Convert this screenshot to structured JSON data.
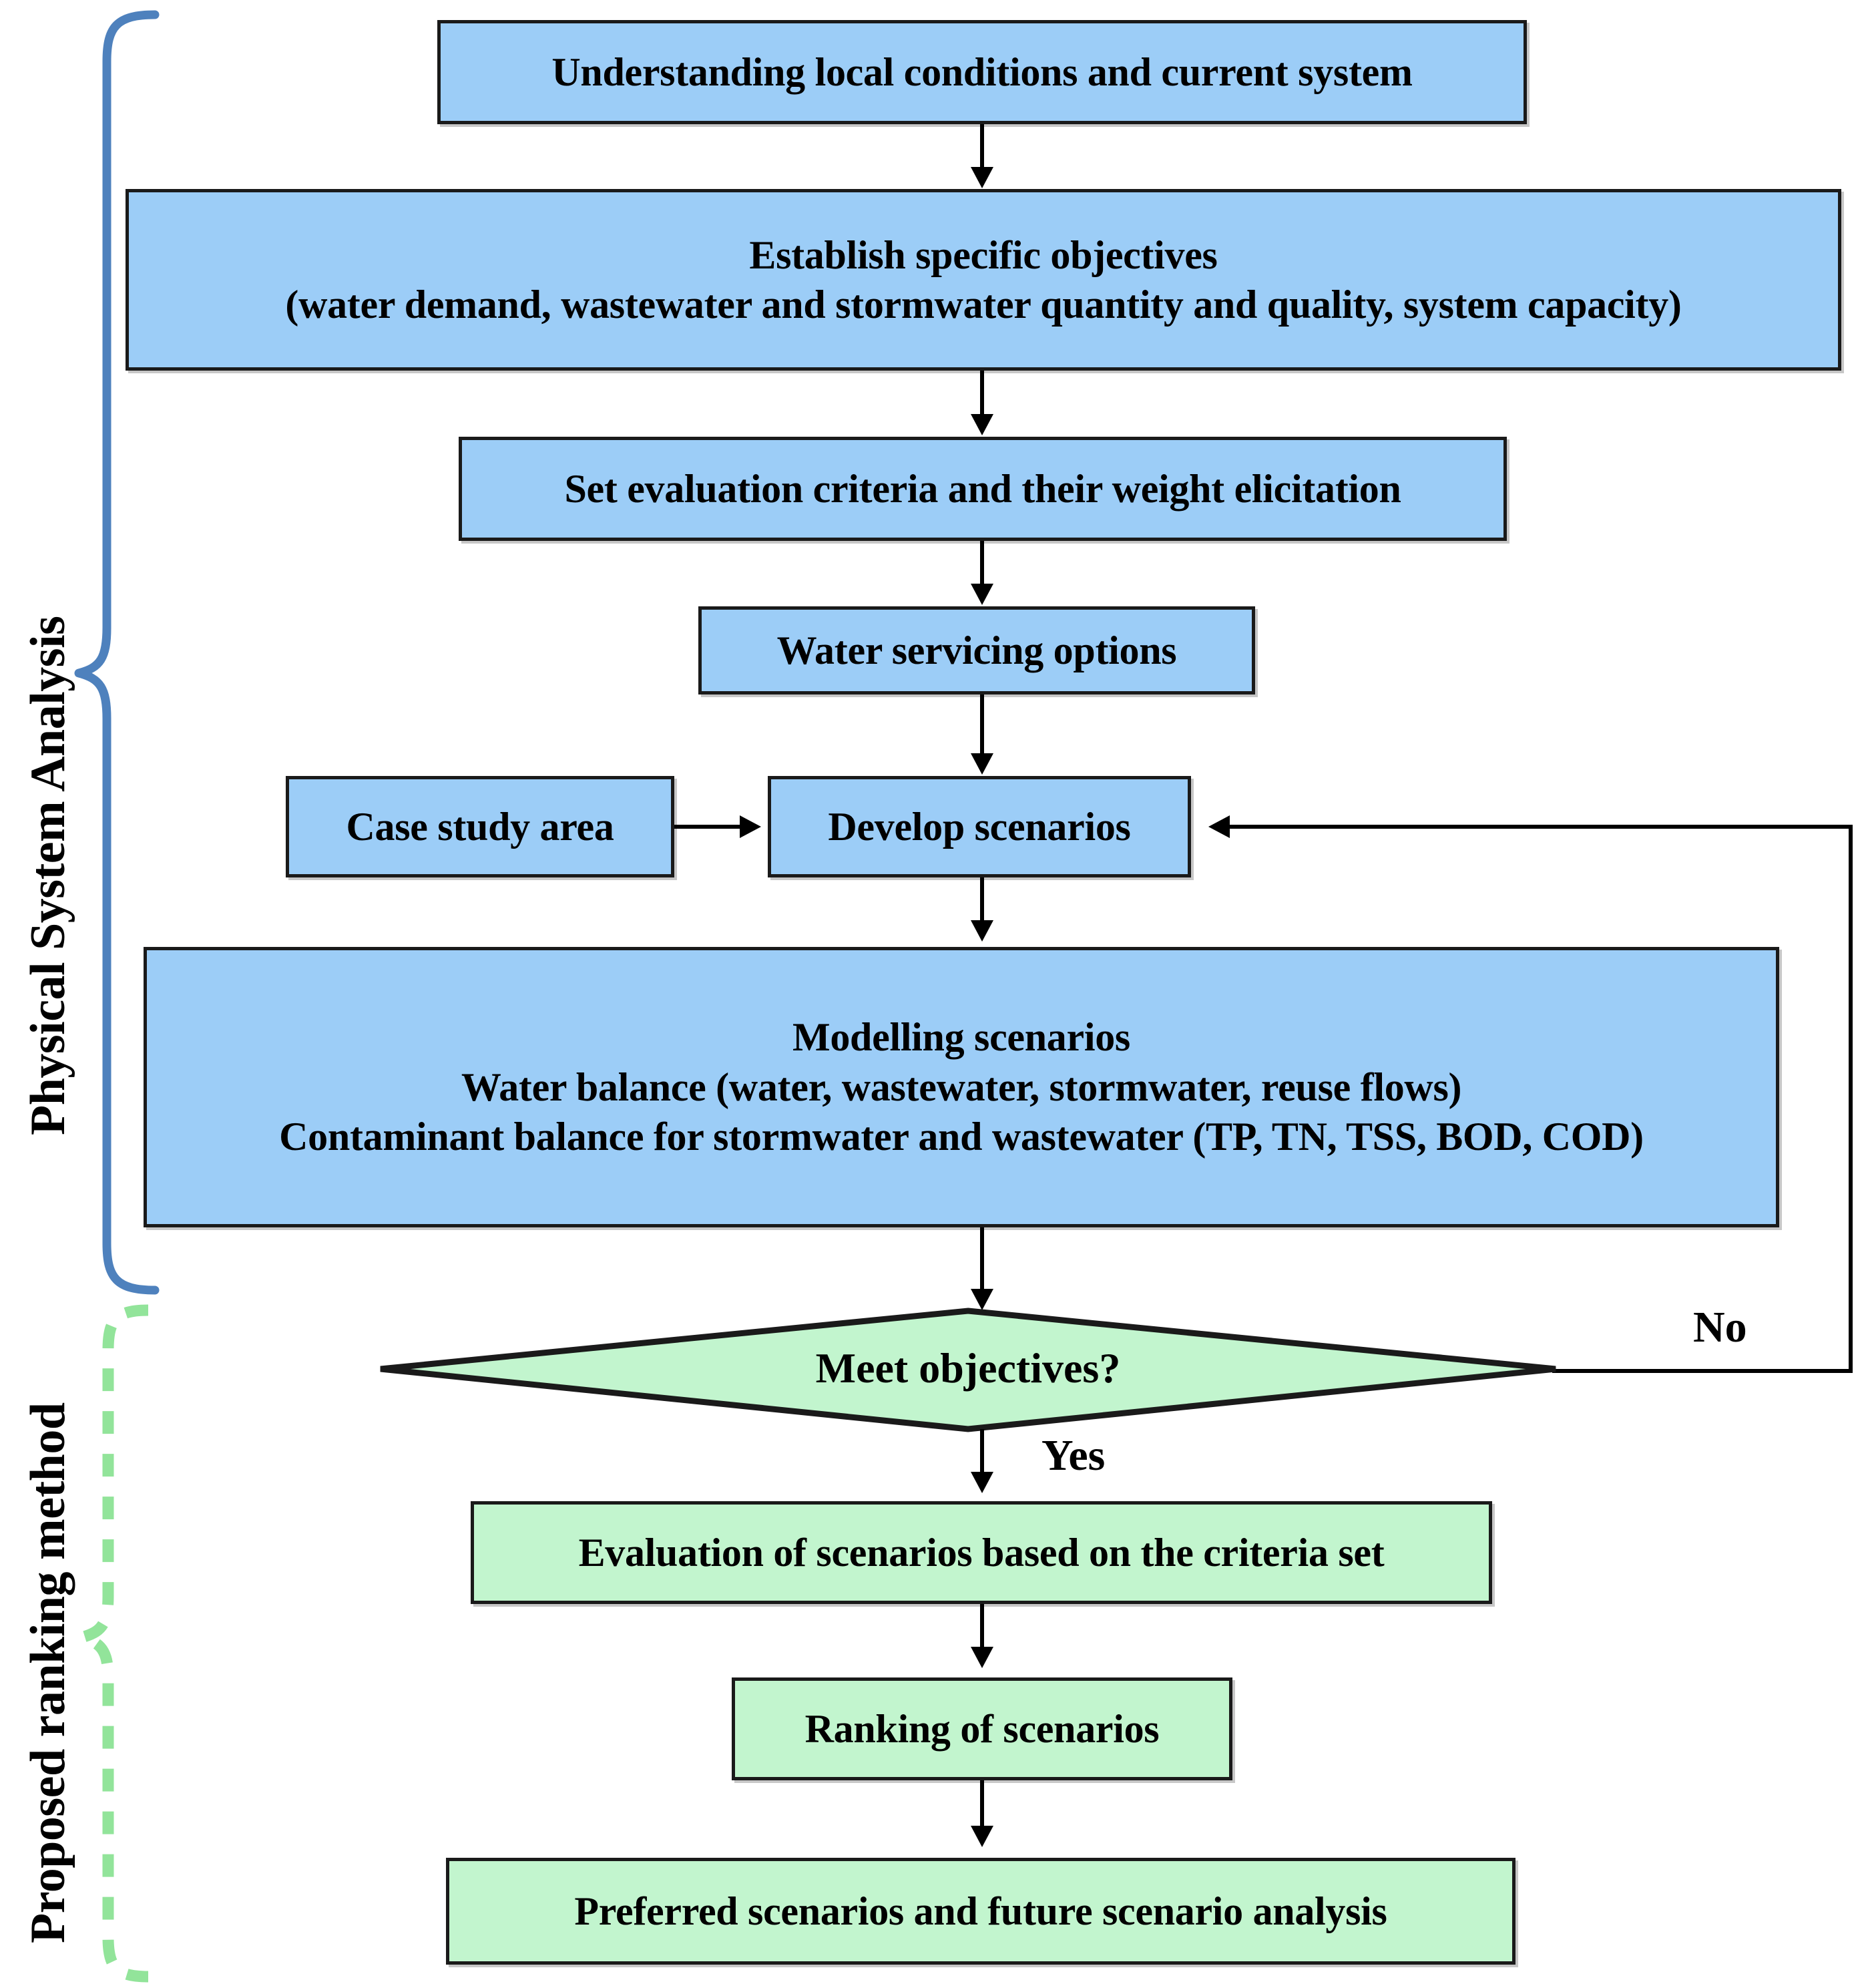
{
  "diagram": {
    "title": "Water servicing scenario assessment framework flowchart",
    "colors": {
      "blue_fill": "#9CCDF7",
      "green_fill": "#C2F5CE",
      "brace_blue": "#4E81BD",
      "brace_green": "#92E49A",
      "stroke": "#1A1A1A"
    }
  },
  "side_labels": [
    {
      "id": "physical-system-analysis",
      "text": "Physical System Analysis",
      "brace": "blue-solid"
    },
    {
      "id": "proposed-ranking-method",
      "text": "Proposed ranking method",
      "brace": "green-dashed"
    }
  ],
  "nodes": [
    {
      "id": "understanding-local-conditions",
      "shape": "rect",
      "fill": "blue",
      "lines": [
        "Understanding local conditions and current system"
      ]
    },
    {
      "id": "establish-specific-objectives",
      "shape": "rect",
      "fill": "blue",
      "lines": [
        "Establish specific objectives",
        "(water demand, wastewater and stormwater quantity and quality, system capacity)"
      ]
    },
    {
      "id": "set-evaluation-criteria",
      "shape": "rect",
      "fill": "blue",
      "lines": [
        "Set evaluation criteria and their weight elicitation"
      ]
    },
    {
      "id": "water-servicing-options",
      "shape": "rect",
      "fill": "blue",
      "lines": [
        "Water servicing options"
      ]
    },
    {
      "id": "case-study-area",
      "shape": "rect",
      "fill": "blue",
      "lines": [
        "Case study area"
      ]
    },
    {
      "id": "develop-scenarios",
      "shape": "rect",
      "fill": "blue",
      "lines": [
        "Develop scenarios"
      ]
    },
    {
      "id": "modelling-scenarios",
      "shape": "rect",
      "fill": "blue",
      "lines": [
        "Modelling scenarios",
        "Water balance (water, wastewater, stormwater, reuse flows)",
        "Contaminant balance for stormwater and wastewater (TP, TN, TSS, BOD, COD)"
      ]
    },
    {
      "id": "meet-objectives",
      "shape": "diamond",
      "fill": "green",
      "lines": [
        "Meet objectives?"
      ]
    },
    {
      "id": "evaluation-of-scenarios",
      "shape": "rect",
      "fill": "green",
      "lines": [
        "Evaluation of scenarios based on the criteria set"
      ]
    },
    {
      "id": "ranking-of-scenarios",
      "shape": "rect",
      "fill": "green",
      "lines": [
        "Ranking of scenarios"
      ]
    },
    {
      "id": "preferred-scenarios",
      "shape": "rect",
      "fill": "green",
      "lines": [
        "Preferred scenarios and future scenario analysis"
      ]
    }
  ],
  "edge_labels": {
    "no": "No",
    "yes": "Yes"
  },
  "node_text": {
    "understanding_local_conditions": "Understanding local conditions and current system",
    "establish_objectives_l1": "Establish specific objectives",
    "establish_objectives_l2": "(water demand, wastewater and stormwater quantity and quality, system capacity)",
    "set_evaluation_criteria": "Set evaluation criteria and their weight elicitation",
    "water_servicing_options": "Water servicing options",
    "case_study_area": "Case study area",
    "develop_scenarios": "Develop scenarios",
    "modelling_l1": "Modelling scenarios",
    "modelling_l2": "Water balance (water, wastewater, stormwater, reuse flows)",
    "modelling_l3": "Contaminant balance for stormwater and wastewater (TP, TN, TSS, BOD, COD)",
    "meet_objectives": "Meet objectives?",
    "evaluation_of_scenarios": "Evaluation of scenarios based on the criteria set",
    "ranking_of_scenarios": "Ranking of scenarios",
    "preferred_scenarios": "Preferred scenarios and future scenario analysis",
    "physical_system_analysis": "Physical System Analysis",
    "proposed_ranking_method": "Proposed ranking method",
    "label_no": "No",
    "label_yes": "Yes"
  }
}
